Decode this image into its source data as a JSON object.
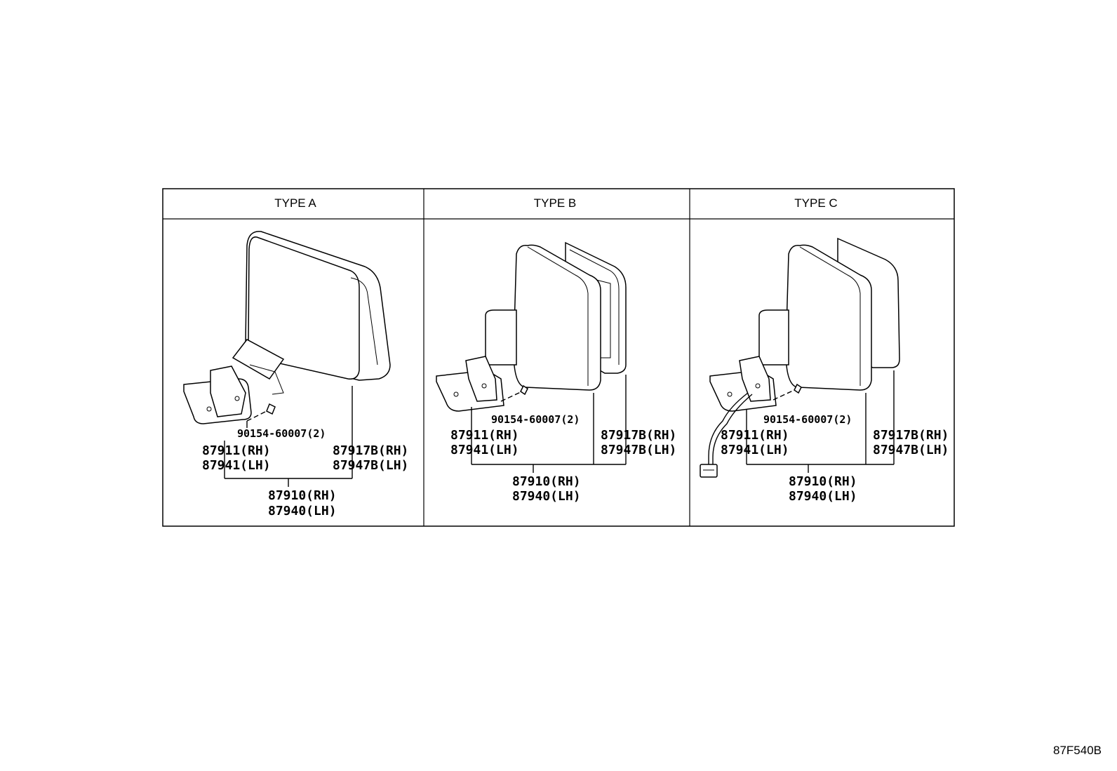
{
  "panels": [
    {
      "header": "TYPE A",
      "screw": "90154-60007(2)",
      "base_rh": "87911(RH)",
      "base_lh": "87941(LH)",
      "mirror_rh": "87917B(RH)",
      "mirror_lh": "87947B(LH)",
      "assy_rh": "87910(RH)",
      "assy_lh": "87940(LH)"
    },
    {
      "header": "TYPE B",
      "screw": "90154-60007(2)",
      "base_rh": "87911(RH)",
      "base_lh": "87941(LH)",
      "mirror_rh": "87917B(RH)",
      "mirror_lh": "87947B(LH)",
      "assy_rh": "87910(RH)",
      "assy_lh": "87940(LH)"
    },
    {
      "header": "TYPE C",
      "screw": "90154-60007(2)",
      "base_rh": "87911(RH)",
      "base_lh": "87941(LH)",
      "mirror_rh": "87917B(RH)",
      "mirror_lh": "87947B(LH)",
      "assy_rh": "87910(RH)",
      "assy_lh": "87940(LH)"
    }
  ],
  "diagram_code": "87F540B"
}
